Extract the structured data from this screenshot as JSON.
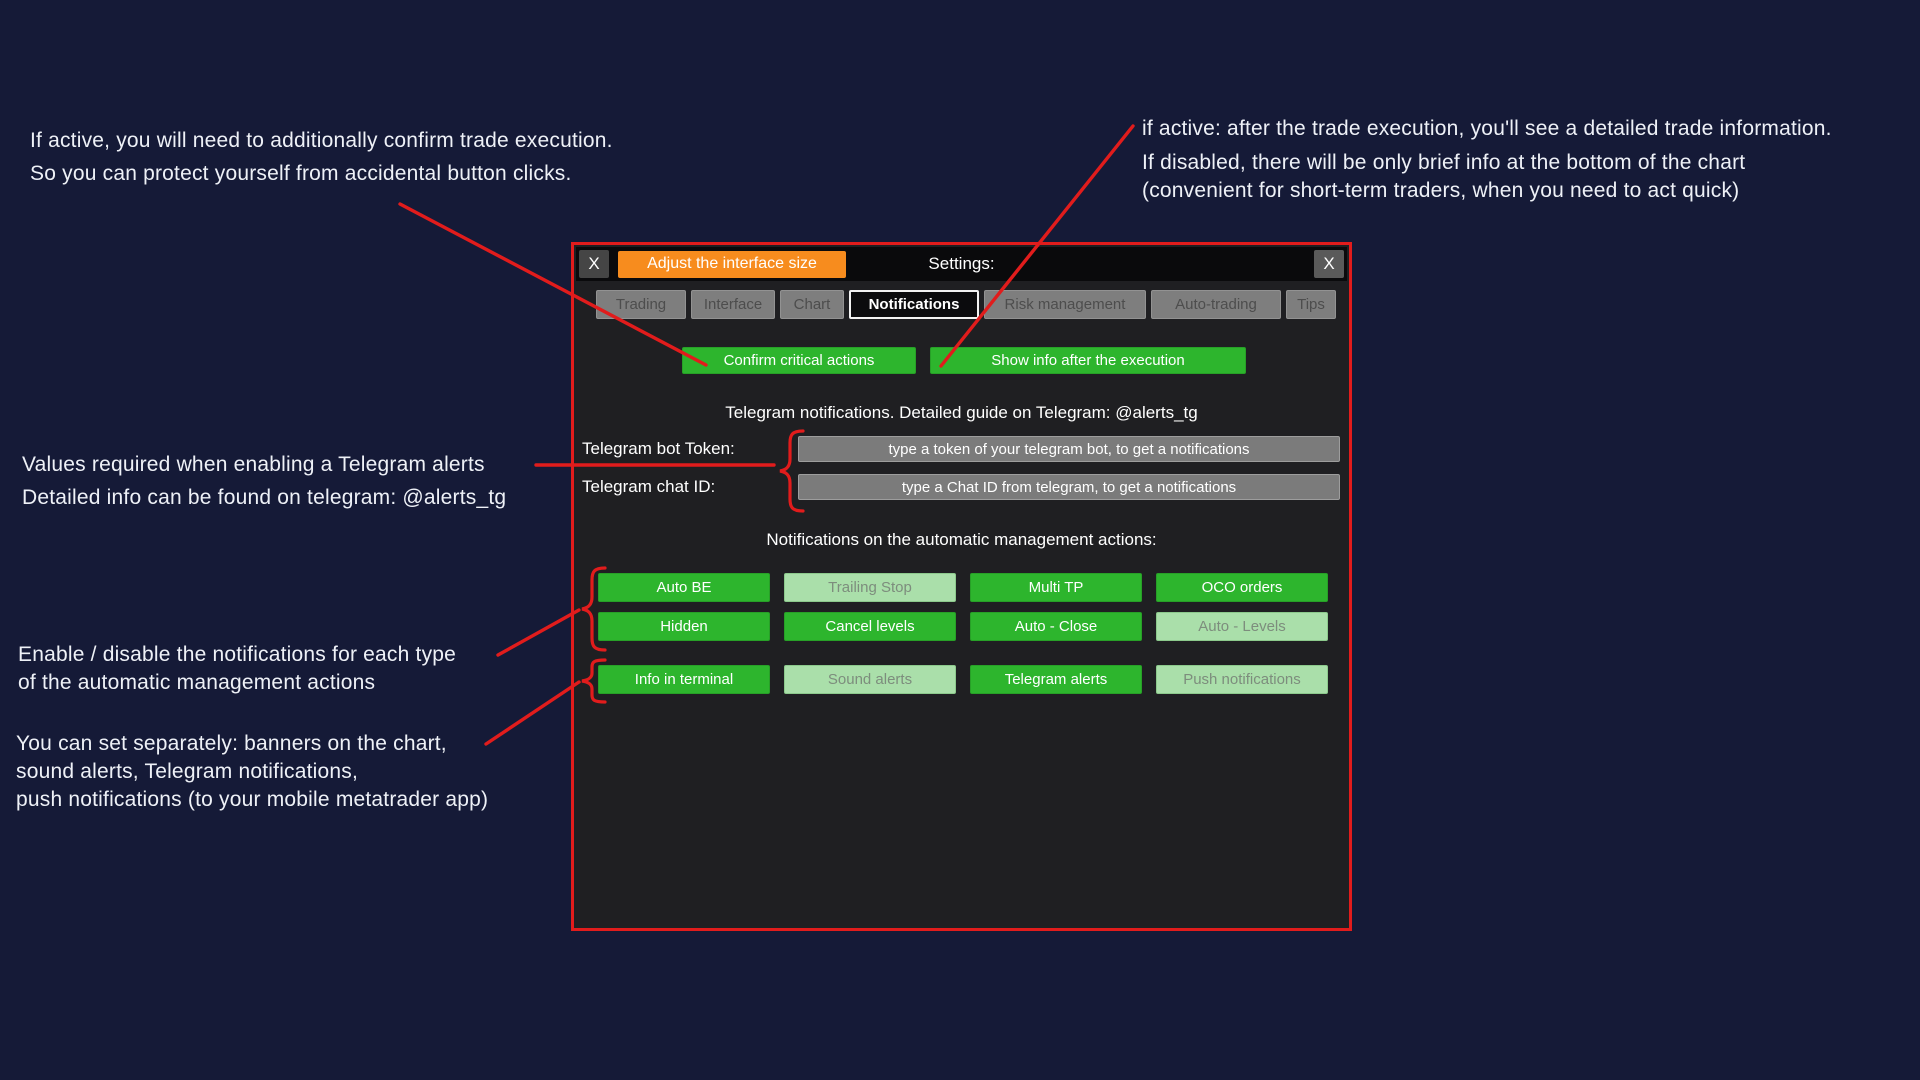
{
  "annotations": {
    "confirm_note": {
      "line1": "If active, you will need to additionally confirm trade execution.",
      "line2": "So you can protect yourself from accidental button clicks."
    },
    "exec_info_note": {
      "line1": "if active: after the trade execution, you'll see a detailed trade information.",
      "line2": "If disabled, there will be only brief info at the bottom of the chart",
      "line3": "(convenient for short-term traders, when you need to act quick)"
    },
    "telegram_note": {
      "line1": "Values required when enabling a Telegram alerts",
      "line2": "Detailed info can be found on telegram: @alerts_tg"
    },
    "management_note": {
      "line1": "Enable / disable the notifications for each type",
      "line2": "of the automatic management actions"
    },
    "channels_note": {
      "line1": "You can set separately: banners on the chart,",
      "line2": "sound alerts, Telegram notifications,",
      "line3": "push notifications (to your mobile metatrader app)"
    }
  },
  "dialog": {
    "title": "Settings:",
    "close_left": "X",
    "close_right": "X",
    "resize_button": "Adjust the interface size",
    "tabs": [
      {
        "label": "Trading",
        "active": false
      },
      {
        "label": "Interface",
        "active": false
      },
      {
        "label": "Chart",
        "active": false
      },
      {
        "label": "Notifications",
        "active": true
      },
      {
        "label": "Risk management",
        "active": false
      },
      {
        "label": "Auto-trading",
        "active": false
      },
      {
        "label": "Tips",
        "active": false
      }
    ],
    "top_buttons": {
      "confirm": "Confirm critical actions",
      "show_info": "Show info after the execution"
    },
    "telegram": {
      "heading": "Telegram notifications. Detailed guide on Telegram: @alerts_tg",
      "bot_token_label": "Telegram bot Token:",
      "bot_token_value": "",
      "bot_token_placeholder": "type a token of your telegram bot, to get a notifications",
      "chat_id_label": "Telegram chat ID:",
      "chat_id_value": "",
      "chat_id_placeholder": "type a Chat ID from telegram, to get a notifications"
    },
    "management": {
      "heading": "Notifications on the automatic management actions:",
      "rows": [
        {
          "buttons": [
            {
              "label": "Auto BE",
              "enabled": true
            },
            {
              "label": "Trailing Stop",
              "enabled": false
            },
            {
              "label": "Multi TP",
              "enabled": true
            },
            {
              "label": "OCO orders",
              "enabled": true
            }
          ]
        },
        {
          "buttons": [
            {
              "label": "Hidden",
              "enabled": true
            },
            {
              "label": "Cancel levels",
              "enabled": true
            },
            {
              "label": "Auto - Close",
              "enabled": true
            },
            {
              "label": "Auto - Levels",
              "enabled": false
            }
          ]
        }
      ],
      "channels": [
        {
          "label": "Info in terminal",
          "enabled": true
        },
        {
          "label": "Sound alerts",
          "enabled": false
        },
        {
          "label": "Telegram alerts",
          "enabled": true
        },
        {
          "label": "Push notifications",
          "enabled": false
        }
      ]
    }
  },
  "colors": {
    "page_background": "#151a37",
    "dialog_background": "#1f1f22",
    "dialog_border_red": "#e11c1c",
    "annotation_red": "#e11c1c",
    "enabled_green": "#2db52d",
    "disabled_green_bg": "#aadfaa",
    "disabled_green_text": "#7d8d7d",
    "orange_accent": "#f78c1e",
    "tab_gray": "#7e7e7e",
    "input_gray": "#7b7b7b"
  }
}
